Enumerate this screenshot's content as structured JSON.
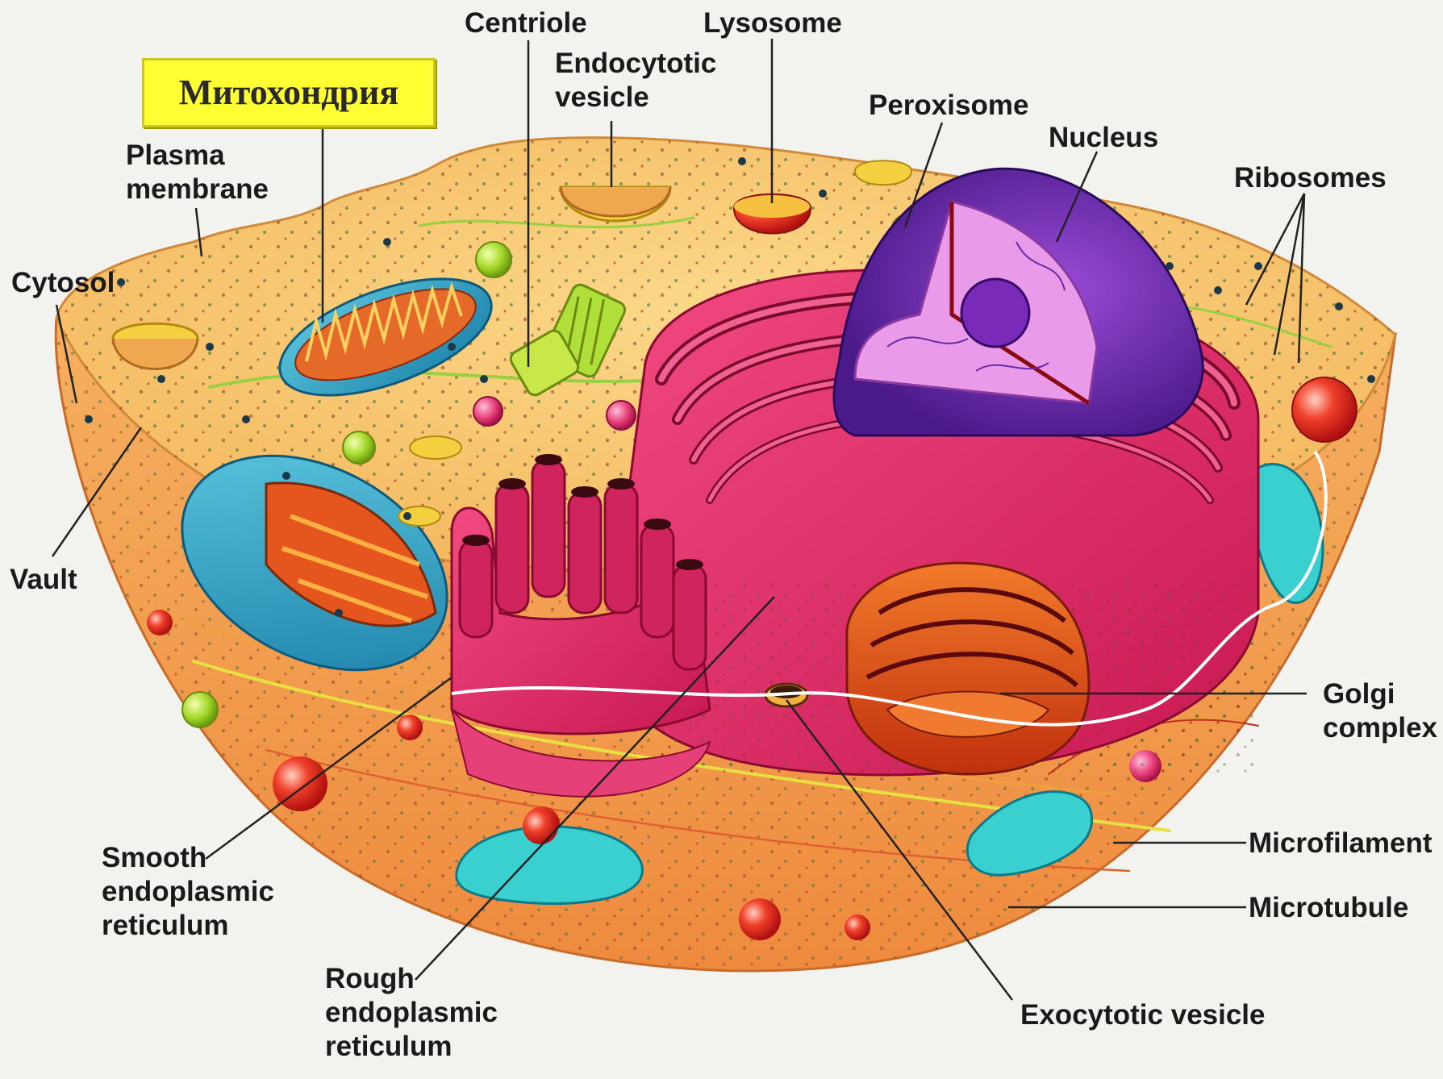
{
  "labels": {
    "centriole": "Centriole",
    "lysosome": "Lysosome",
    "endocytotic_vesicle": "Endocytotic\nvesicle",
    "peroxisome": "Peroxisome",
    "nucleus": "Nucleus",
    "ribosomes": "Ribosomes",
    "mitochondria_ru": "Митохондрия",
    "plasma_membrane": "Plasma\nmembrane",
    "cytosol": "Cytosol",
    "vault": "Vault",
    "golgi_complex": "Golgi\ncomplex",
    "microfilament": "Microfilament",
    "microtubule": "Microtubule",
    "smooth_er": "Smooth\nendoplasmic\nreticulum",
    "rough_er": "Rough\nendoplasmic\nreticulum",
    "exocytotic_vesicle": "Exocytotic vesicle"
  },
  "colors": {
    "background": "#f2f2ef",
    "cytoplasm": "#f8c66a",
    "cell_wall": "#f4a04a",
    "er": "#e8306c",
    "nucleus": "#6a2bb0",
    "nucleoplasm": "#e69ae8",
    "mitochondrion": "#2aa7c9",
    "golgi": "#e2531e",
    "highlight": "#ffff33"
  }
}
